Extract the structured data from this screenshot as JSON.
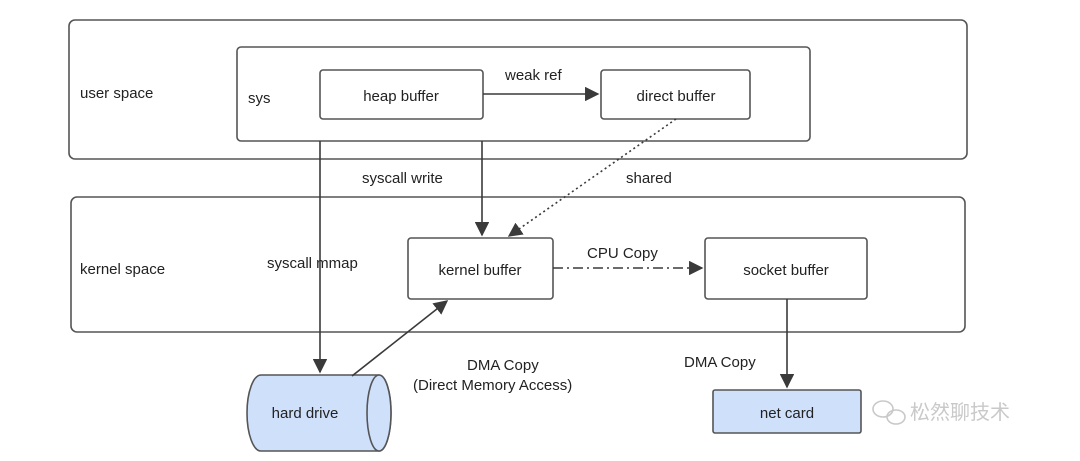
{
  "regions": {
    "user_space": "user space",
    "sys": "sys",
    "kernel_space": "kernel space"
  },
  "nodes": {
    "heap_buffer": "heap buffer",
    "direct_buffer": "direct buffer",
    "kernel_buffer": "kernel buffer",
    "socket_buffer": "socket buffer",
    "hard_drive": "hard drive",
    "net_card": "net card"
  },
  "edges": {
    "weak_ref": "weak ref",
    "syscall_write": "syscall write",
    "shared": "shared",
    "syscall_mmap": "syscall mmap",
    "cpu_copy": "CPU Copy",
    "dma_copy_disk": "DMA Copy",
    "dma_copy_disk_note": "(Direct Memory Access)",
    "dma_copy_net": "DMA Copy"
  },
  "watermark": "松然聊技术",
  "colors": {
    "storage_fill": "#cfe0fb",
    "stroke": "#555555"
  }
}
